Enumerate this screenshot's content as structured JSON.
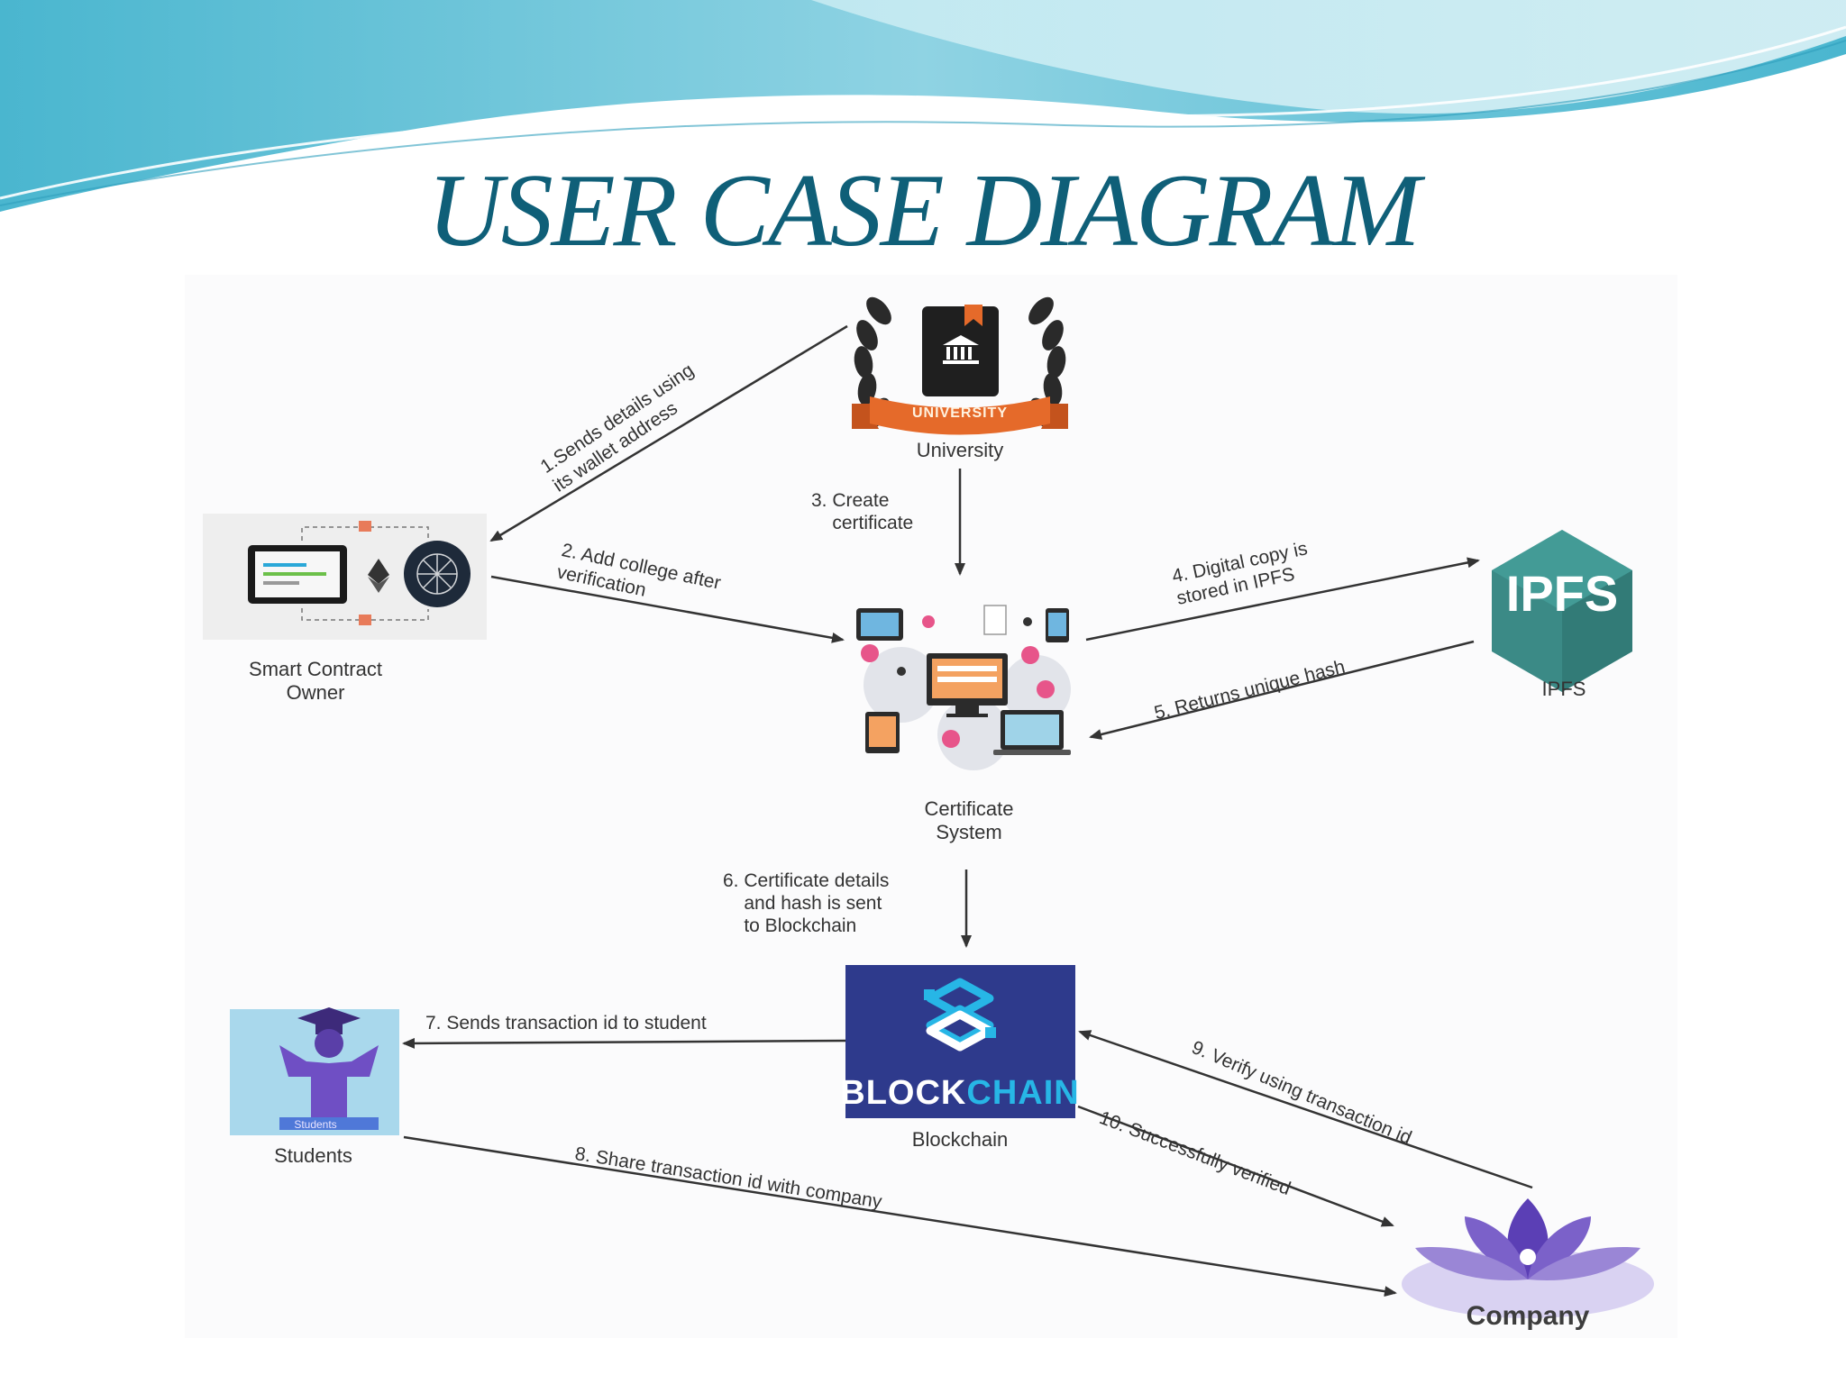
{
  "title": "USER CASE DIAGRAM",
  "colors": {
    "title": "#0f5f78",
    "wave_light": "#b9e6ef",
    "wave_mid": "#7fcfe0",
    "wave_dark": "#4ab6cf",
    "blockchain_bg": "#2e3a8c",
    "blockchain_accent": "#27b6e6",
    "ipfs": "#3b8a86",
    "university_orange": "#e56a2a",
    "company_purple": "#7b61c9"
  },
  "nodes": {
    "university": {
      "label": "University",
      "logo_text": "UNIVERSITY",
      "icon": "university-laurel-logo"
    },
    "smart_contract_owner": {
      "label": "Smart Contract\nOwner",
      "icon": "smart-contract-illustration"
    },
    "certificate_system": {
      "label": "Certificate\nSystem",
      "icon": "devices-network-illustration"
    },
    "ipfs": {
      "label": "IPFS",
      "logo_text": "IPFS",
      "icon": "ipfs-hexagon-logo"
    },
    "blockchain": {
      "label": "Blockchain",
      "logo_text_a": "BLOCK",
      "logo_text_b": "CHAIN",
      "icon": "blockchain-logo"
    },
    "students": {
      "label": "Students",
      "logo_text": "Students",
      "icon": "graduate-student-icon"
    },
    "company": {
      "label": "Company",
      "icon": "lotus-logo"
    }
  },
  "edges": [
    {
      "id": "e1",
      "label": "1.Sends details using\nits wallet address"
    },
    {
      "id": "e2",
      "label": "2. Add college after\nverification"
    },
    {
      "id": "e3",
      "label": "3. Create\n    certificate"
    },
    {
      "id": "e4",
      "label": "4. Digital copy is\nstored in IPFS"
    },
    {
      "id": "e5",
      "label": "5. Returns unique hash"
    },
    {
      "id": "e6",
      "label": "6. Certificate details\n    and hash is sent\n    to Blockchain"
    },
    {
      "id": "e7",
      "label": "7. Sends transaction id to student"
    },
    {
      "id": "e8",
      "label": "8. Share transaction id with company"
    },
    {
      "id": "e9",
      "label": "9. Verify using transaction id"
    },
    {
      "id": "e10",
      "label": "10. Successfully verified"
    }
  ]
}
